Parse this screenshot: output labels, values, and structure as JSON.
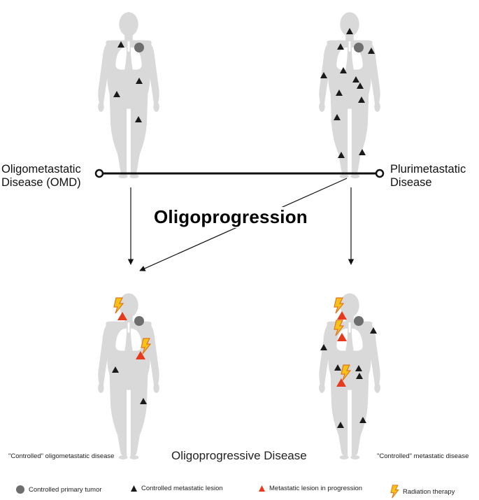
{
  "labels": {
    "omd": "Oligometastatic Disease (OMD)",
    "plurimetastatic": "Plurimetastatic Disease",
    "oligoprogression": "Oligoprogression",
    "controlled_omd": "\"Controlled\" oligometastatic disease",
    "oligoprogressive": "Oligoprogressive Disease",
    "controlled_metastatic": "\"Controlled\" metastatic disease"
  },
  "legend": {
    "primary_tumor": "Controlled primary tumor",
    "controlled_lesion": "Controlled metastatic lesion",
    "progressing_lesion": "Metastatic lesion in progression",
    "radiation": "Radiation therapy"
  },
  "colors": {
    "body": "#d9d9d9",
    "lungs": "#ffffff",
    "tumor": "#6e6e6e",
    "controlled_lesion": "#1a1a1a",
    "progressing_lesion": "#e53a1e",
    "radiation_fill": "#f6c21a",
    "radiation_outline": "#e2751b",
    "line": "#111111"
  },
  "icons": [
    "primary-tumor-icon",
    "controlled-lesion-icon",
    "progressing-lesion-icon",
    "radiation-bolt-icon"
  ]
}
